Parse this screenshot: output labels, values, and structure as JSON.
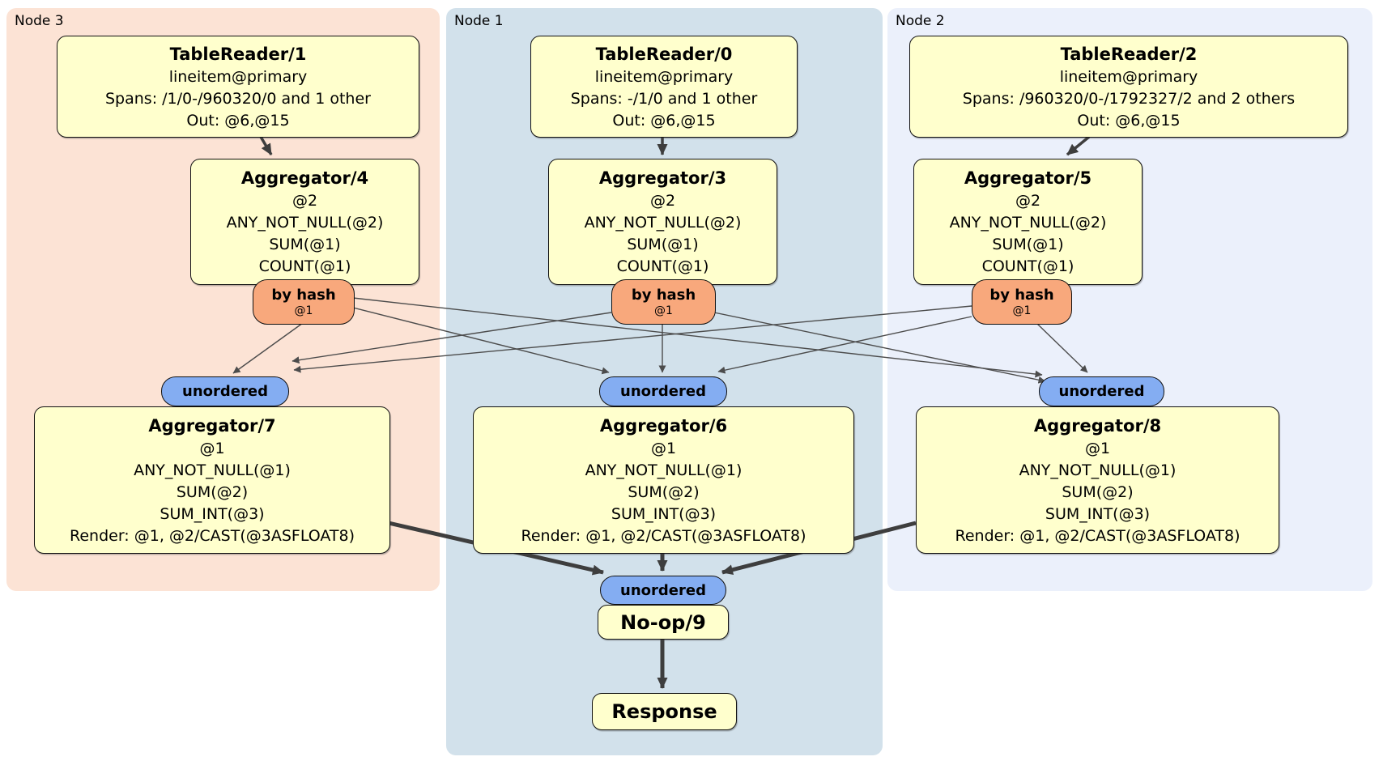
{
  "regions": {
    "node3": {
      "label": "Node 3"
    },
    "node1": {
      "label": "Node 1"
    },
    "node2": {
      "label": "Node 2"
    }
  },
  "nodes": {
    "tr1": {
      "title": "TableReader/1",
      "lines": [
        "lineitem@primary",
        "Spans: /1/0-/960320/0 and 1 other",
        "Out: @6,@15"
      ]
    },
    "tr0": {
      "title": "TableReader/0",
      "lines": [
        "lineitem@primary",
        "Spans: -/1/0 and 1 other",
        "Out: @6,@15"
      ]
    },
    "tr2": {
      "title": "TableReader/2",
      "lines": [
        "lineitem@primary",
        "Spans: /960320/0-/1792327/2 and 2 others",
        "Out: @6,@15"
      ]
    },
    "agg4": {
      "title": "Aggregator/4",
      "lines": [
        "@2",
        "ANY_NOT_NULL(@2)",
        "SUM(@1)",
        "COUNT(@1)"
      ]
    },
    "agg3": {
      "title": "Aggregator/3",
      "lines": [
        "@2",
        "ANY_NOT_NULL(@2)",
        "SUM(@1)",
        "COUNT(@1)"
      ]
    },
    "agg5": {
      "title": "Aggregator/5",
      "lines": [
        "@2",
        "ANY_NOT_NULL(@2)",
        "SUM(@1)",
        "COUNT(@1)"
      ]
    },
    "agg7": {
      "title": "Aggregator/7",
      "lines": [
        "@1",
        "ANY_NOT_NULL(@1)",
        "SUM(@2)",
        "SUM_INT(@3)",
        "Render: @1, @2/CAST(@3ASFLOAT8)"
      ]
    },
    "agg6": {
      "title": "Aggregator/6",
      "lines": [
        "@1",
        "ANY_NOT_NULL(@1)",
        "SUM(@2)",
        "SUM_INT(@3)",
        "Render: @1, @2/CAST(@3ASFLOAT8)"
      ]
    },
    "agg8": {
      "title": "Aggregator/8",
      "lines": [
        "@1",
        "ANY_NOT_NULL(@1)",
        "SUM(@2)",
        "SUM_INT(@3)",
        "Render: @1, @2/CAST(@3ASFLOAT8)"
      ]
    },
    "noop": {
      "title": "No-op/9"
    },
    "response": {
      "title": "Response"
    }
  },
  "routers": {
    "label": "by hash",
    "sub": "@1"
  },
  "syncs": {
    "unordered": "unordered"
  },
  "colors": {
    "node3_bg": "#fce3d5",
    "node1_bg": "#d2e1eb",
    "node2_bg": "#ebf0fb",
    "processor_fill": "#ffffcd",
    "router_fill": "#f8a87c",
    "sync_fill": "#84adf2",
    "edge_thin": "#4c4c4c",
    "edge_thick": "#3e3e3e",
    "border": "#111111"
  }
}
